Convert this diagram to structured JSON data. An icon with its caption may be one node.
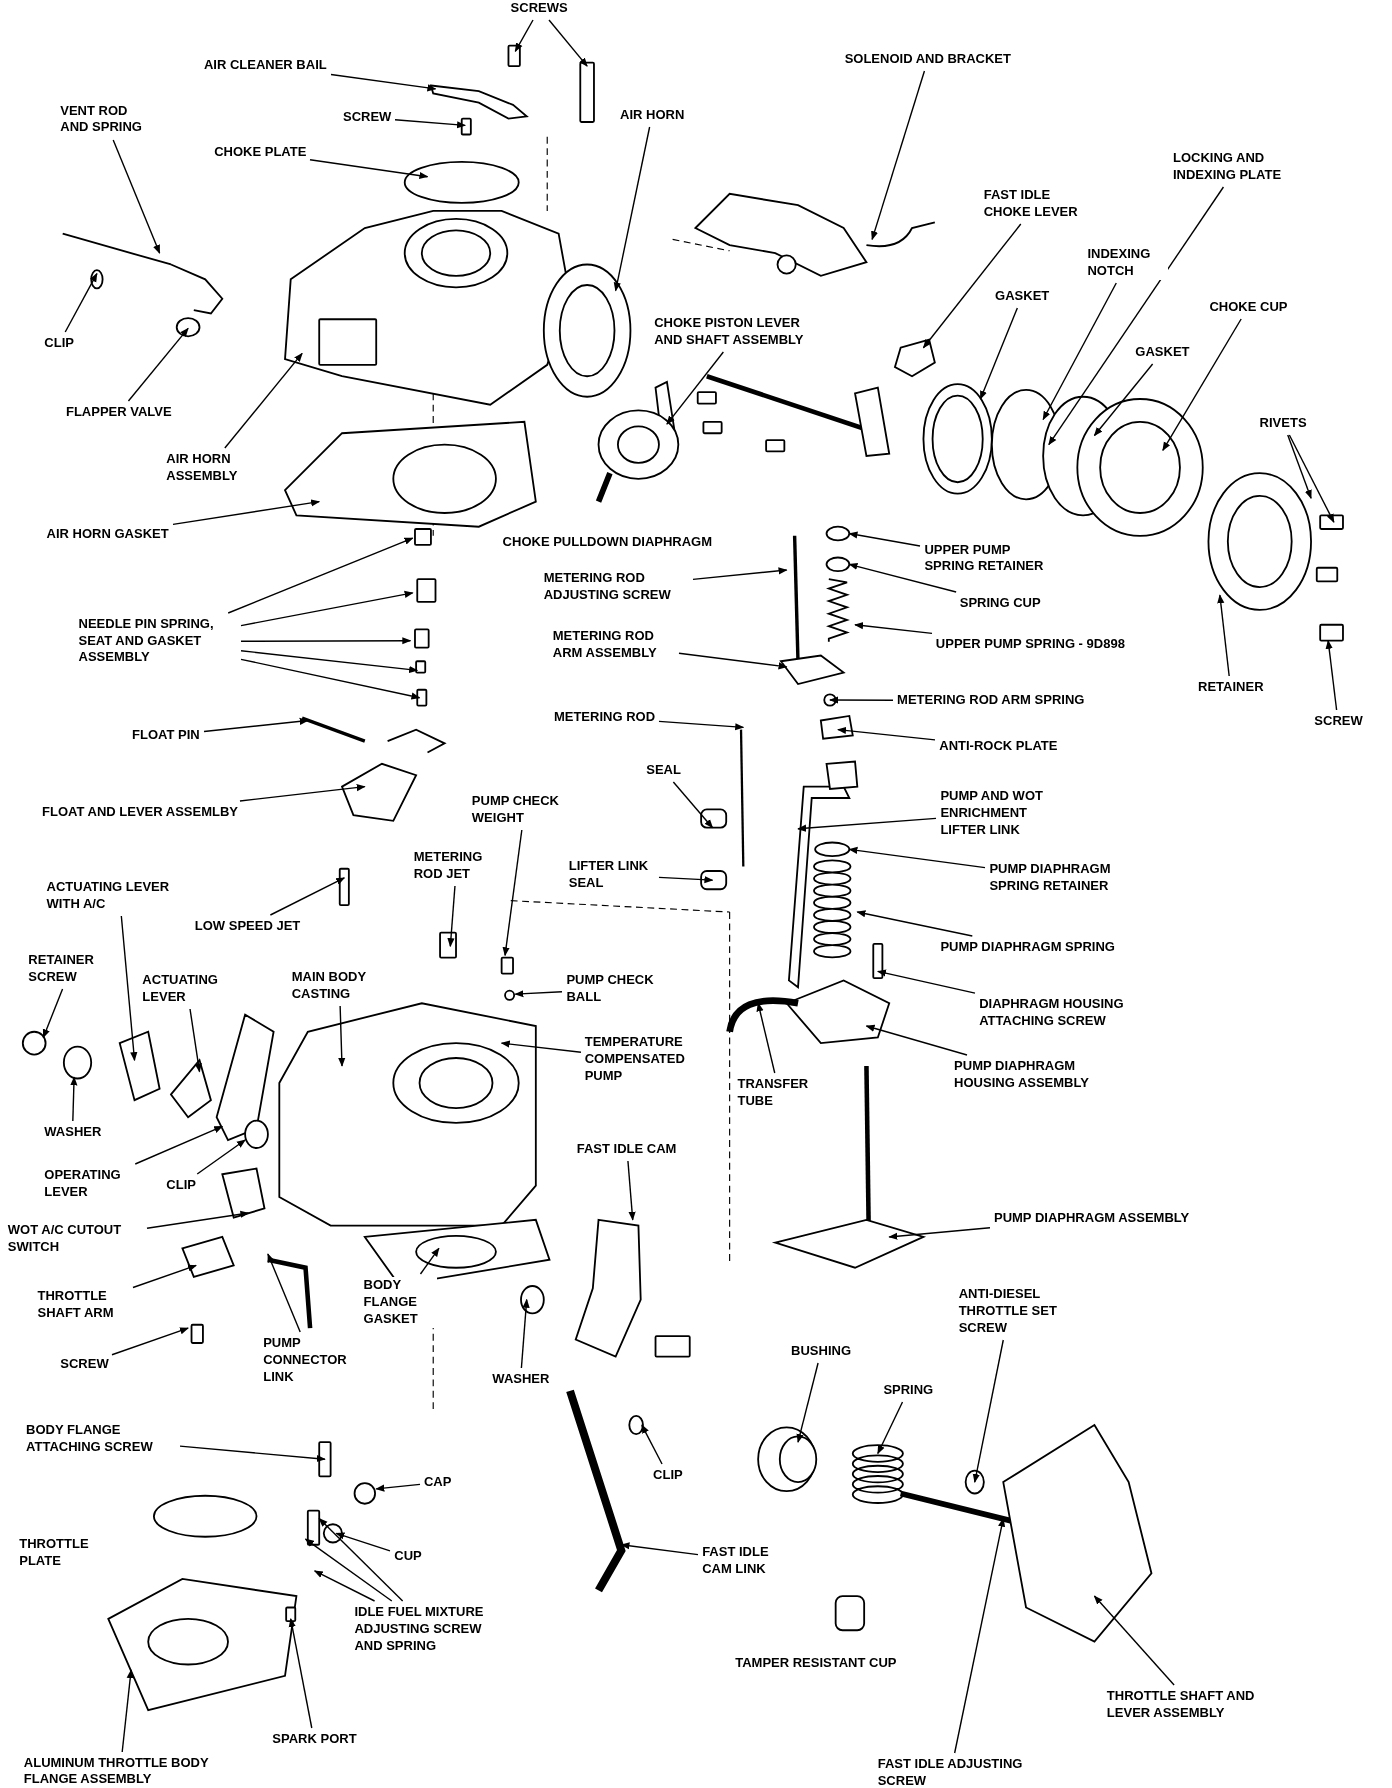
{
  "diagram": {
    "nodes": [
      {
        "text": [
          "SCREWS"
        ]
      },
      {
        "text": [
          "AIR CLEANER BAIL"
        ]
      },
      {
        "text": [
          "SOLENOID AND BRACKET"
        ]
      },
      {
        "text": [
          "VENT ROD AND SPRING"
        ]
      },
      {
        "text": [
          "SCREW"
        ]
      },
      {
        "text": [
          "AIR HORN"
        ]
      },
      {
        "text": [
          "CHOKE PLATE"
        ]
      },
      {
        "text": [
          "LOCKING AND INDEXING PLATE"
        ]
      },
      {
        "text": [
          "FAST IDLE CHOKE LEVER"
        ]
      },
      {
        "text": [
          "INDEXING NOTCH"
        ]
      },
      {
        "text": [
          "GASKET"
        ]
      },
      {
        "text": [
          "CHOKE CUP"
        ]
      },
      {
        "text": [
          "CLIP"
        ]
      },
      {
        "text": [
          "CHOKE PISTON LEVER AND SHAFT ASSEMBLY"
        ]
      },
      {
        "text": [
          "GASKET"
        ]
      },
      {
        "text": [
          "FLAPPER VALVE"
        ]
      },
      {
        "text": [
          "RIVETS"
        ]
      },
      {
        "text": [
          "AIR HORN ASSEMBLY"
        ]
      },
      {
        "text": [
          "AIR HORN GASKET"
        ]
      },
      {
        "text": [
          "UPPER PUMP SPRING RETAINER"
        ]
      },
      {
        "text": [
          "METERING ROD ADJUSTING SCREW"
        ]
      },
      {
        "text": [
          "SPRING CUP"
        ]
      },
      {
        "text": [
          "NEEDLE PIN SPRING, SEAT AND GASKET ASSEMBLY"
        ]
      },
      {
        "text": [
          "UPPER PUMP SPRING - 9D898"
        ]
      },
      {
        "text": [
          "METERING ROD ARM ASSEMBLY"
        ]
      },
      {
        "text": [
          "RETAINER"
        ]
      },
      {
        "text": [
          "SCREW"
        ]
      },
      {
        "text": [
          "METERING ROD ARM SPRING"
        ]
      },
      {
        "text": [
          "METERING ROD"
        ]
      },
      {
        "text": [
          "FLOAT PIN"
        ]
      },
      {
        "text": [
          "ANTI-ROCK PLATE"
        ]
      },
      {
        "text": [
          "SEAL"
        ]
      },
      {
        "text": [
          "PUMP AND WOT ENRICHMENT LIFTER LINK"
        ]
      },
      {
        "text": [
          "PUMP CHECK WEIGHT"
        ]
      },
      {
        "text": [
          "FLOAT AND LEVER ASSEMLBY"
        ]
      },
      {
        "text": [
          "METERING ROD JET"
        ]
      },
      {
        "text": [
          "LIFTER LINK SEAL"
        ]
      },
      {
        "text": [
          "PUMP DIAPHRAGM SPRING RETAINER"
        ]
      },
      {
        "text": [
          "ACTUATING LEVER WITH A/C"
        ]
      },
      {
        "text": [
          "LOW SPEED JET"
        ]
      },
      {
        "text": [
          "PUMP DIAPHRAGM SPRING"
        ]
      },
      {
        "text": [
          "MAIN BODY CASTING"
        ]
      },
      {
        "text": [
          "RETAINER SCREW"
        ]
      },
      {
        "text": [
          "ACTUATING LEVER"
        ]
      },
      {
        "text": [
          "PUMP CHECK BALL"
        ]
      },
      {
        "text": [
          "DIAPHRAGM HOUSING ATTACHING SCREW"
        ]
      },
      {
        "text": [
          "TEMPERATURE COMPENSATED PUMP"
        ]
      },
      {
        "text": [
          "PUMP DIAPHRAGM HOUSING ASSEMBLY"
        ]
      },
      {
        "text": [
          "TRANSFER TUBE"
        ]
      },
      {
        "text": [
          "WASHER"
        ]
      },
      {
        "text": [
          "FAST IDLE CAM"
        ]
      },
      {
        "text": [
          "OPERATING LEVER"
        ]
      },
      {
        "text": [
          "CLIP"
        ]
      },
      {
        "text": [
          "PUMP DIAPHRAGM ASSEMBLY"
        ]
      },
      {
        "text": [
          "WOT A/C CUTOUT SWITCH"
        ]
      },
      {
        "text": [
          "THROTTLE SHAFT ARM"
        ]
      },
      {
        "text": [
          "BODY FLANGE GASKET"
        ]
      },
      {
        "text": [
          "WASHER"
        ]
      },
      {
        "text": [
          "SCREW"
        ]
      },
      {
        "text": [
          "PUMP CONNECTOR LINK"
        ]
      },
      {
        "text": [
          "ANTI-DIESEL THROTTLE SET SCREW"
        ]
      },
      {
        "text": [
          "BUSHING"
        ]
      },
      {
        "text": [
          "SPRING"
        ]
      },
      {
        "text": [
          "BODY FLANGE ATTACHING SCREW"
        ]
      },
      {
        "text": [
          "CLIP"
        ]
      },
      {
        "text": [
          "CAP"
        ]
      },
      {
        "text": [
          "CUP"
        ]
      },
      {
        "text": [
          "FAST IDLE CAM LINK"
        ]
      },
      {
        "text": [
          "IDLE FUEL MIXTURE ADJUSTING SCREW AND SPRING"
        ]
      },
      {
        "text": [
          "THROTTLE SHAFT AND LEVER ASSEMBLY"
        ]
      },
      {
        "text": [
          "SPARK PORT"
        ]
      },
      {
        "text": [
          "ALUMINUM THROTTLE BODY FLANGE ASSEMBLY"
        ]
      },
      {
        "text": [
          "FAST IDLE ADJUSTING SCREW"
        ]
      }
    ],
    "edges": [
      {
        "from": 0,
        "to": null,
        "arrow": "to"
      },
      {
        "from": 0,
        "to": null,
        "arrow": "to"
      },
      {
        "from": 1,
        "to": null,
        "arrow": "to"
      },
      {
        "from": 2,
        "to": null,
        "arrow": "to"
      },
      {
        "from": 3,
        "to": null,
        "arrow": "to"
      },
      {
        "from": 4,
        "to": null,
        "arrow": "to"
      },
      {
        "from": 5,
        "to": null,
        "arrow": "to"
      },
      {
        "from": 6,
        "to": null,
        "arrow": "to"
      },
      {
        "from": 7,
        "to": null,
        "arrow": "to"
      },
      {
        "from": 8,
        "to": null,
        "arrow": "to"
      },
      {
        "from": 9,
        "to": null,
        "arrow": "to"
      },
      {
        "from": 10,
        "to": null,
        "arrow": "to"
      },
      {
        "from": 11,
        "to": null,
        "arrow": "to"
      },
      {
        "from": 12,
        "to": null,
        "arrow": "to"
      },
      {
        "from": 13,
        "to": null,
        "arrow": "to"
      },
      {
        "from": 14,
        "to": null,
        "arrow": "to"
      },
      {
        "from": 15,
        "to": null,
        "arrow": "to"
      },
      {
        "from": 16,
        "to": null,
        "arrow": "to"
      },
      {
        "from": 16,
        "to": null,
        "arrow": "to"
      },
      {
        "from": 17,
        "to": null,
        "arrow": "to"
      },
      {
        "from": 18,
        "to": null,
        "arrow": "to"
      },
      {
        "from": 19,
        "to": null,
        "arrow": "to"
      },
      {
        "from": 20,
        "to": null,
        "arrow": "to"
      },
      {
        "from": 21,
        "to": null,
        "arrow": "to"
      },
      {
        "from": 22,
        "to": null,
        "arrow": "to"
      },
      {
        "from": 22,
        "to": null,
        "arrow": "to"
      },
      {
        "from": 22,
        "to": null,
        "arrow": "to"
      },
      {
        "from": 22,
        "to": null,
        "arrow": "to"
      },
      {
        "from": 22,
        "to": null,
        "arrow": "to"
      },
      {
        "from": 23,
        "to": null,
        "arrow": "to"
      },
      {
        "from": 24,
        "to": null,
        "arrow": "to"
      },
      {
        "from": 25,
        "to": null,
        "arrow": "to"
      },
      {
        "from": 26,
        "to": null,
        "arrow": "to"
      },
      {
        "from": 27,
        "to": null,
        "arrow": "to"
      },
      {
        "from": 28,
        "to": null,
        "arrow": "to"
      },
      {
        "from": 29,
        "to": null,
        "arrow": "to"
      },
      {
        "from": 30,
        "to": null,
        "arrow": "to"
      },
      {
        "from": 31,
        "to": null,
        "arrow": "to"
      },
      {
        "from": 32,
        "to": null,
        "arrow": "to"
      },
      {
        "from": 33,
        "to": null,
        "arrow": "to"
      },
      {
        "from": 34,
        "to": null,
        "arrow": "to"
      },
      {
        "from": 35,
        "to": null,
        "arrow": "to"
      },
      {
        "from": 36,
        "to": null,
        "arrow": "to"
      },
      {
        "from": 37,
        "to": null,
        "arrow": "to"
      },
      {
        "from": 38,
        "to": null,
        "arrow": "to"
      },
      {
        "from": 39,
        "to": null,
        "arrow": "to"
      },
      {
        "from": 40,
        "to": null,
        "arrow": "to"
      },
      {
        "from": 41,
        "to": null,
        "arrow": "to"
      },
      {
        "from": 42,
        "to": null,
        "arrow": "to"
      },
      {
        "from": 43,
        "to": null,
        "arrow": "to"
      },
      {
        "from": 44,
        "to": null,
        "arrow": "to"
      },
      {
        "from": 45,
        "to": null,
        "arrow": "to"
      },
      {
        "from": 46,
        "to": null,
        "arrow": "to"
      },
      {
        "from": 47,
        "to": null,
        "arrow": "to"
      },
      {
        "from": 48,
        "to": null,
        "arrow": "to"
      },
      {
        "from": 49,
        "to": null,
        "arrow": "to"
      },
      {
        "from": 50,
        "to": null,
        "arrow": "to"
      },
      {
        "from": 51,
        "to": null,
        "arrow": "to"
      },
      {
        "from": 52,
        "to": null,
        "arrow": "to"
      },
      {
        "from": 53,
        "to": null,
        "arrow": "to"
      },
      {
        "from": 54,
        "to": null,
        "arrow": "to"
      },
      {
        "from": 55,
        "to": null,
        "arrow": "to"
      },
      {
        "from": 56,
        "to": null,
        "arrow": "to"
      },
      {
        "from": 57,
        "to": null,
        "arrow": "to"
      },
      {
        "from": 58,
        "to": null,
        "arrow": "to"
      },
      {
        "from": 59,
        "to": null,
        "arrow": "to"
      },
      {
        "from": 60,
        "to": null,
        "arrow": "to"
      },
      {
        "from": 61,
        "to": null,
        "arrow": "to"
      },
      {
        "from": 62,
        "to": null,
        "arrow": "to"
      },
      {
        "from": 63,
        "to": null,
        "arrow": "to"
      },
      {
        "from": 64,
        "to": null,
        "arrow": "to"
      },
      {
        "from": 65,
        "to": null,
        "arrow": "to"
      },
      {
        "from": 66,
        "to": null,
        "arrow": "to"
      },
      {
        "from": 67,
        "to": null,
        "arrow": "to"
      },
      {
        "from": 68,
        "to": null,
        "arrow": "to"
      },
      {
        "from": 68,
        "to": null,
        "arrow": "to"
      },
      {
        "from": 68,
        "to": null,
        "arrow": "to"
      },
      {
        "from": 69,
        "to": null,
        "arrow": "to"
      },
      {
        "from": 70,
        "to": null,
        "arrow": "to"
      },
      {
        "from": 71,
        "to": null,
        "arrow": "to"
      },
      {
        "from": 72,
        "to": null,
        "arrow": "to"
      }
    ],
    "labels": [
      "CHOKE PULLDOWN DIAPHRAGM",
      "THROTTLE PLATE",
      "TAMPER RESISTANT CUP"
    ]
  }
}
